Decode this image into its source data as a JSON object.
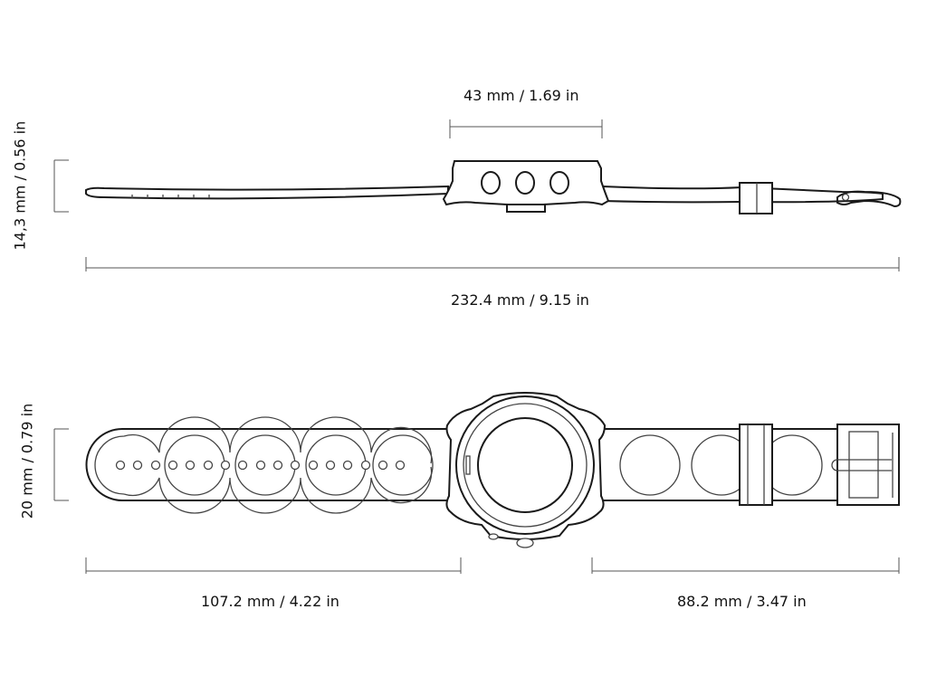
{
  "diagram": {
    "side_view": {
      "case_width_label": "43 mm / 1.69 in",
      "case_height_label": "14,3 mm / 0.56 in",
      "total_length_label": "232.4 mm / 9.15 in"
    },
    "top_view": {
      "strap_width_label": "20 mm / 0.79 in",
      "long_strap_label": "107.2 mm / 4.22 in",
      "short_strap_label": "88.2 mm / 3.47 in"
    }
  }
}
